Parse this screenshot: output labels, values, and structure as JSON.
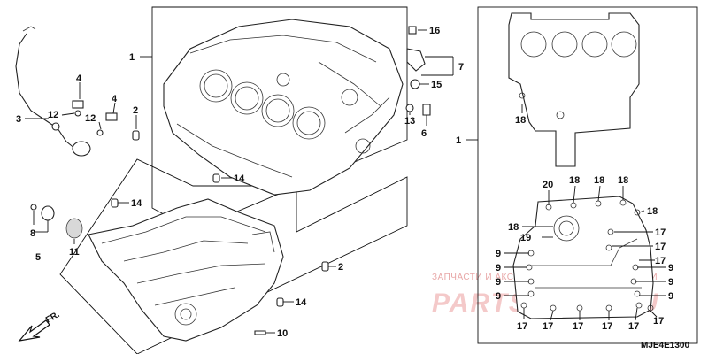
{
  "callouts": {
    "c1a": "1",
    "c1b": "1",
    "c2a": "2",
    "c2b": "2",
    "c3": "3",
    "c4a": "4",
    "c4b": "4",
    "c5": "5",
    "c6": "6",
    "c7": "7",
    "c8": "8",
    "c10": "10",
    "c11": "11",
    "c12a": "12",
    "c12b": "12",
    "c13": "13",
    "c14a": "14",
    "c14b": "14",
    "c14c": "14",
    "c15": "15",
    "c16": "16",
    "r18a": "18",
    "r18b": "18",
    "r18c": "18",
    "r18d": "18",
    "r18e": "18",
    "r18f": "18",
    "r20": "20",
    "r19": "19",
    "r17a": "17",
    "r17b": "17",
    "r17c": "17",
    "r9a": "9",
    "r9b": "9",
    "r9c": "9",
    "r9d": "9",
    "r9e": "9",
    "r9f": "9",
    "r9g": "9",
    "r9h": "9",
    "b17a": "17",
    "b17b": "17",
    "b17c": "17",
    "b17d": "17",
    "b17e": "17",
    "b17f": "17"
  },
  "front_label": "FR.",
  "diagram_code": "MJE4E1300",
  "watermark": {
    "tagline": "ЗАПЧАСТИ И АКСЕССУАРЫ ДЛЯ МОТОТЕХНИКИ",
    "brand": "PARTSTORE.RU"
  }
}
